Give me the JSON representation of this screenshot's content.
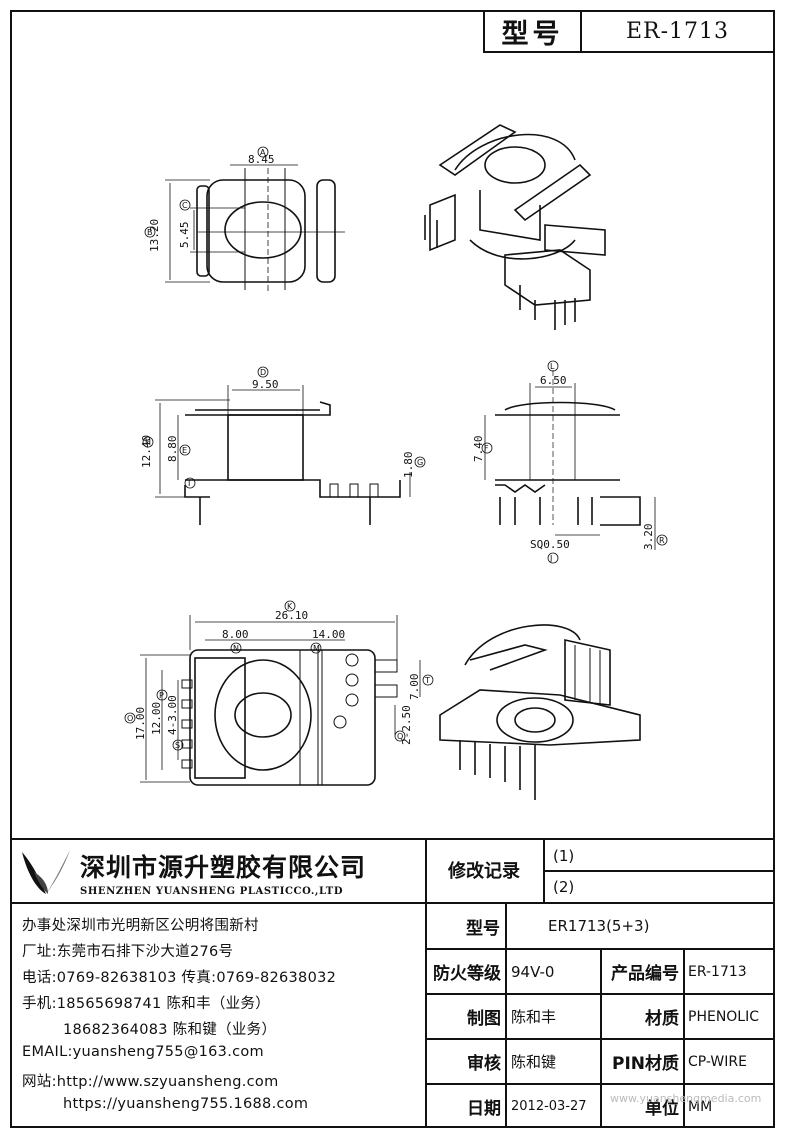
{
  "header": {
    "model_label": "型号",
    "model_value": "ER-1713"
  },
  "dimensions": {
    "top_view": {
      "a": "8.45",
      "b": "13.20",
      "c": "5.45"
    },
    "front_view": {
      "d": "9.50",
      "h": "12.40",
      "e": "8.80",
      "g": "1.80"
    },
    "side_view": {
      "l": "6.50",
      "f": "7.40",
      "r": "3.20",
      "sq": "SQ0.50"
    },
    "bottom_view": {
      "k": "26.10",
      "n1": "8.00",
      "n2": "14.00",
      "o": "17.00",
      "p": "12.00",
      "s": "4-3.00",
      "t": "7.00",
      "q": "2-2.50"
    },
    "circle_labels": {
      "a": "A",
      "b": "B",
      "c": "C",
      "d": "D",
      "e": "E",
      "f": "F",
      "g": "G",
      "h": "H",
      "i": "I",
      "j": "J",
      "k": "K",
      "l": "L",
      "m": "M",
      "n": "N",
      "o": "O",
      "p": "P",
      "q": "Q",
      "r": "R",
      "s": "S",
      "t": "T"
    }
  },
  "company": {
    "name_cn": "深圳市源升塑胶有限公司",
    "name_en": "SHENZHEN YUANSHENG PLASTICCO.,LTD",
    "lines": [
      "办事处深圳市光明新区公明将围新村",
      "厂址:东莞市石排下沙大道276号",
      "电话:0769-82638103 传真:0769-82638032",
      "手机:18565698741 陈和丰（业务）",
      "18682364083 陈和键（业务）",
      "EMAIL:yuansheng755@163.com",
      "网站:http://www.szyuansheng.com",
      "https://yuansheng755.1688.com"
    ]
  },
  "revision": {
    "label": "修改记录",
    "items": [
      "(1)",
      "(2)"
    ]
  },
  "specs": {
    "model_label": "型号",
    "model_value": "ER1713(5+3)",
    "fire_label": "防火等级",
    "fire_value": "94V-0",
    "product_no_label": "产品编号",
    "product_no_value": "ER-1713",
    "drawn_label": "制图",
    "drawn_value": "陈和丰",
    "material_label": "材质",
    "material_value": "PHENOLIC",
    "review_label": "审核",
    "review_value": "陈和键",
    "pin_label": "PIN材质",
    "pin_value": "CP-WIRE",
    "date_label": "日期",
    "date_value": "2012-03-27",
    "unit_label": "单位",
    "unit_value": "MM"
  },
  "watermark": "www.yuanshengmedia.com"
}
